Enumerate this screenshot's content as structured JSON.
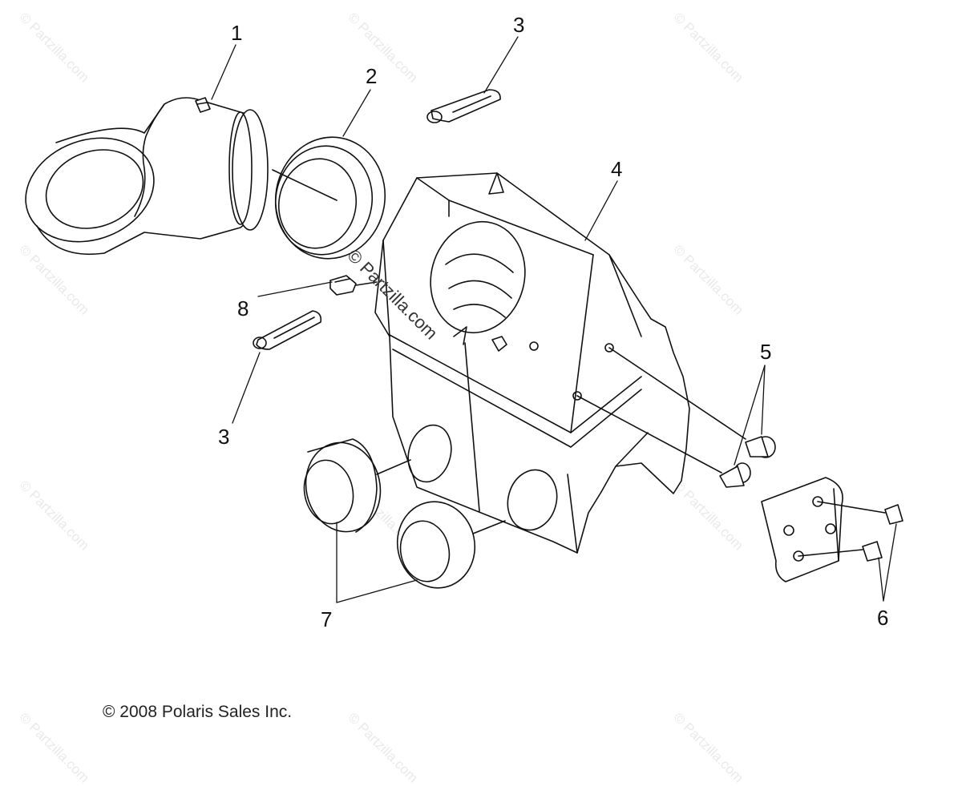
{
  "watermark": "© Partzilla.com",
  "center_watermark": "© Partzilla.com",
  "copyright": "© 2008 Polaris Sales Inc.",
  "callouts": {
    "c1": "1",
    "c2": "2",
    "c3a": "3",
    "c3b": "3",
    "c4": "4",
    "c5": "5",
    "c6": "6",
    "c7": "7",
    "c8": "8"
  },
  "colors": {
    "line": "#111111",
    "watermark": "#e9e9e9",
    "background": "#ffffff"
  }
}
